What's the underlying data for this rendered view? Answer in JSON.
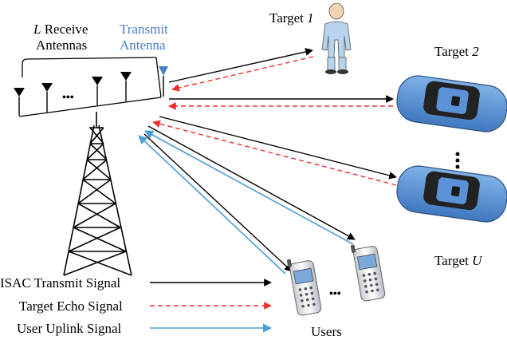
{
  "labels": {
    "receive_antennas_line1": "L Receive",
    "receive_antennas_line2": "Antennas",
    "transmit_antenna_line1": "Transmit",
    "transmit_antenna_line2": "Antenna",
    "target_1": "Target 1",
    "target_2": "Target 2",
    "target_u": "Target U",
    "users": "Users",
    "ellipsis_antennas": "•••",
    "ellipsis_phones": "•••"
  },
  "legend": [
    {
      "label": "ISAC Transmit Signal",
      "color": "#000000",
      "style": "solid"
    },
    {
      "label": "Target Echo Signal",
      "color": "#e8312f",
      "style": "dashed"
    },
    {
      "label": "User Uplink Signal",
      "color": "#4a9fd8",
      "style": "solid"
    }
  ],
  "colors": {
    "transmit": "#000000",
    "echo": "#e8312f",
    "uplink": "#4a9fd8",
    "transmit_antenna": "#4a7fc4",
    "car_body": "#4f8fd6",
    "person": "#b7d4ee"
  }
}
